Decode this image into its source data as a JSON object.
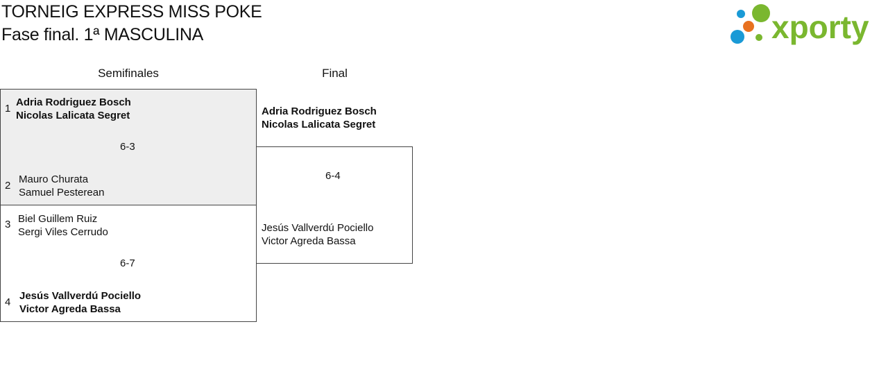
{
  "header": {
    "title": "TORNEIG EXPRESS MISS POKE",
    "subtitle": "Fase final. 1ª MASCULINA"
  },
  "logo": {
    "text": "xporty",
    "colors": {
      "green": "#7ab72f",
      "blue": "#1a9ad6",
      "orange": "#e8711f"
    }
  },
  "rounds": {
    "semifinals": "Semifinales",
    "final": "Final"
  },
  "semifinal_1": {
    "team_a": {
      "seed": "1",
      "player1": "Adria Rodriguez Bosch",
      "player2": "Nicolas Lalicata Segret"
    },
    "score": "6-3",
    "team_b": {
      "seed": "2",
      "player1": "Mauro Churata",
      "player2": "Samuel Pesterean"
    }
  },
  "semifinal_2": {
    "team_a": {
      "seed": "3",
      "player1": "Biel Guillem Ruiz",
      "player2": "Sergi Viles Cerrudo"
    },
    "score": "6-7",
    "team_b": {
      "seed": "4",
      "player1": "Jesús Vallverdú Pociello",
      "player2": "Victor Agreda Bassa"
    }
  },
  "final": {
    "team_a": {
      "player1": "Adria Rodriguez Bosch",
      "player2": "Nicolas Lalicata Segret"
    },
    "score": "6-4",
    "team_b": {
      "player1": "Jesús Vallverdú Pociello",
      "player2": "Victor Agreda Bassa"
    }
  }
}
